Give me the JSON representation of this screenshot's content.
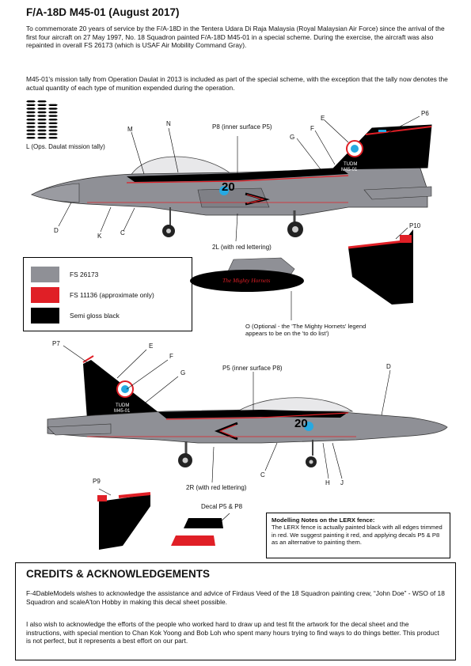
{
  "title": "F/A-18D M45-01 (August 2017)",
  "intro_1": "To commemorate 20 years of service by the F/A-18D in the Tentera Udara Di Raja Malaysia (Royal Malaysian Air Force) since the arrival of the first four aircraft on 27 May 1997, No. 18 Squadron painted F/A-18D M45-01 in a special scheme. During the exercise, the aircraft was also repainted in overall FS 26173 (which is USAF Air Mobility Command Gray).",
  "intro_2": "M45-01's mission tally from Operation Daulat in 2013 is included as part of the special scheme, with the exception that the tally now denotes the actual quantity of each type of munition expended during the operation.",
  "callouts": {
    "L": "L (Ops. Daulat mission tally)",
    "M": "M",
    "N": "N",
    "P8": "P8 (inner surface P5)",
    "E": "E",
    "F": "F",
    "G": "G",
    "P6": "P6",
    "D": "D",
    "K": "K",
    "C": "C",
    "L2": "2L (with red lettering)",
    "P10": "P10",
    "O": "O (Optional - the 'The Mighty Hornets' legend appears to be on the 'to do list')",
    "P7": "P7",
    "E2": "E",
    "F2": "F",
    "G2": "G",
    "P5": "P5 (inner surface P8)",
    "D2": "D",
    "C2": "C",
    "H": "H",
    "J": "J",
    "R2": "2R (with red lettering)",
    "P9": "P9",
    "decal": "Decal P5 & P8"
  },
  "tank_text": "The Mighty Hornets",
  "tail_text": [
    "TUDM",
    "M45-01"
  ],
  "fuselage_number": "20",
  "legend": [
    {
      "label": "FS 26173",
      "color": "#8f9096"
    },
    {
      "label": "FS 11136 (approximate only)",
      "color": "#e01f26"
    },
    {
      "label": "Semi gloss black",
      "color": "#000000"
    }
  ],
  "notes": {
    "heading": "Modelling Notes on the LERX fence:",
    "body": "The LERX fence is actually painted black with all edges trimmed in red. We suggest painting it red, and applying decals P5 & P8 as an alternative to painting them."
  },
  "credits": {
    "heading": "CREDITS & ACKNOWLEDGEMENTS",
    "p1": "F-4DableModels wishes to acknowledge the assistance and advice of Firdaus Veed of the 18 Squadron painting crew, “John Doe” - WSO of 18 Squadron and scaleA'ton Hobby in making this decal sheet possible.",
    "p2": "I also wish to acknowledge the efforts of the people who worked hard to draw up and test fit the artwork for the decal sheet and the instructions, with special mention to Chan Kok Yoong and Bob Loh who spent many hours trying to find ways to do things better. This product is not perfect, but it represents a best effort on our part."
  },
  "colors": {
    "grey": "#8f9096",
    "red": "#e01f26",
    "black": "#000000",
    "blue": "#27a9e1"
  }
}
